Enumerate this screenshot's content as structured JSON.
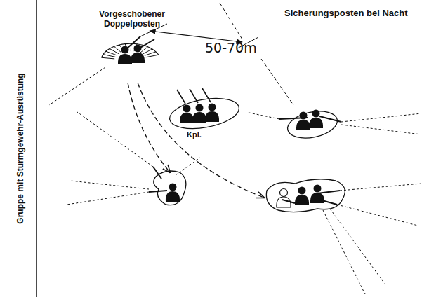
{
  "diagram": {
    "title": "Sicherungsposten bei Nacht",
    "nodes": [
      {
        "text": [
          "Vorgeschobener Doppelposten"
        ]
      },
      {
        "text": [
          "Kpl."
        ]
      }
    ],
    "labels": [
      "Gruppe mit Sturmgewehr-Ausrüstung",
      "50-70m"
    ]
  }
}
